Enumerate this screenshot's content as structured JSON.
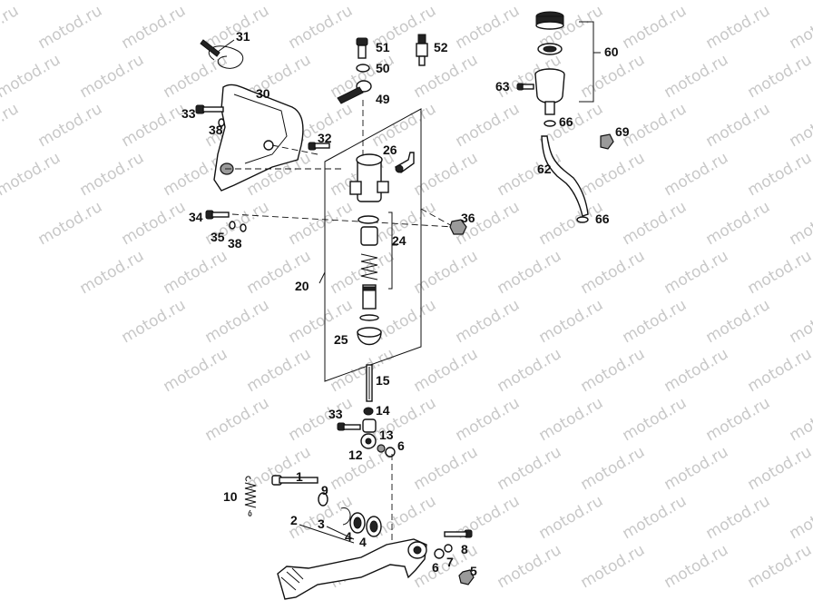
{
  "watermark": "motod.ru",
  "callouts": [
    {
      "id": "c31",
      "text": "31"
    },
    {
      "id": "c30",
      "text": "30"
    },
    {
      "id": "c33a",
      "text": "33"
    },
    {
      "id": "c38a",
      "text": "38"
    },
    {
      "id": "c34",
      "text": "34"
    },
    {
      "id": "c35",
      "text": "35"
    },
    {
      "id": "c38b",
      "text": "38"
    },
    {
      "id": "c51",
      "text": "51"
    },
    {
      "id": "c50",
      "text": "50"
    },
    {
      "id": "c49",
      "text": "49"
    },
    {
      "id": "c52",
      "text": "52"
    },
    {
      "id": "c32",
      "text": "32"
    },
    {
      "id": "c26",
      "text": "26"
    },
    {
      "id": "c36",
      "text": "36"
    },
    {
      "id": "c24",
      "text": "24"
    },
    {
      "id": "c20",
      "text": "20"
    },
    {
      "id": "c25",
      "text": "25"
    },
    {
      "id": "c15",
      "text": "15"
    },
    {
      "id": "c14",
      "text": "14"
    },
    {
      "id": "c33b",
      "text": "33"
    },
    {
      "id": "c13",
      "text": "13"
    },
    {
      "id": "c12",
      "text": "12"
    },
    {
      "id": "c6a",
      "text": "6"
    },
    {
      "id": "c60",
      "text": "60"
    },
    {
      "id": "c63",
      "text": "63"
    },
    {
      "id": "c66a",
      "text": "66"
    },
    {
      "id": "c69",
      "text": "69"
    },
    {
      "id": "c62",
      "text": "62"
    },
    {
      "id": "c66b",
      "text": "66"
    },
    {
      "id": "c1",
      "text": "1"
    },
    {
      "id": "c9",
      "text": "9"
    },
    {
      "id": "c10",
      "text": "10"
    },
    {
      "id": "c2",
      "text": "2"
    },
    {
      "id": "c3",
      "text": "3"
    },
    {
      "id": "c4a",
      "text": "4"
    },
    {
      "id": "c4b",
      "text": "4"
    },
    {
      "id": "c8",
      "text": "8"
    },
    {
      "id": "c7",
      "text": "7"
    },
    {
      "id": "c6b",
      "text": "6"
    },
    {
      "id": "c5",
      "text": "5"
    }
  ]
}
